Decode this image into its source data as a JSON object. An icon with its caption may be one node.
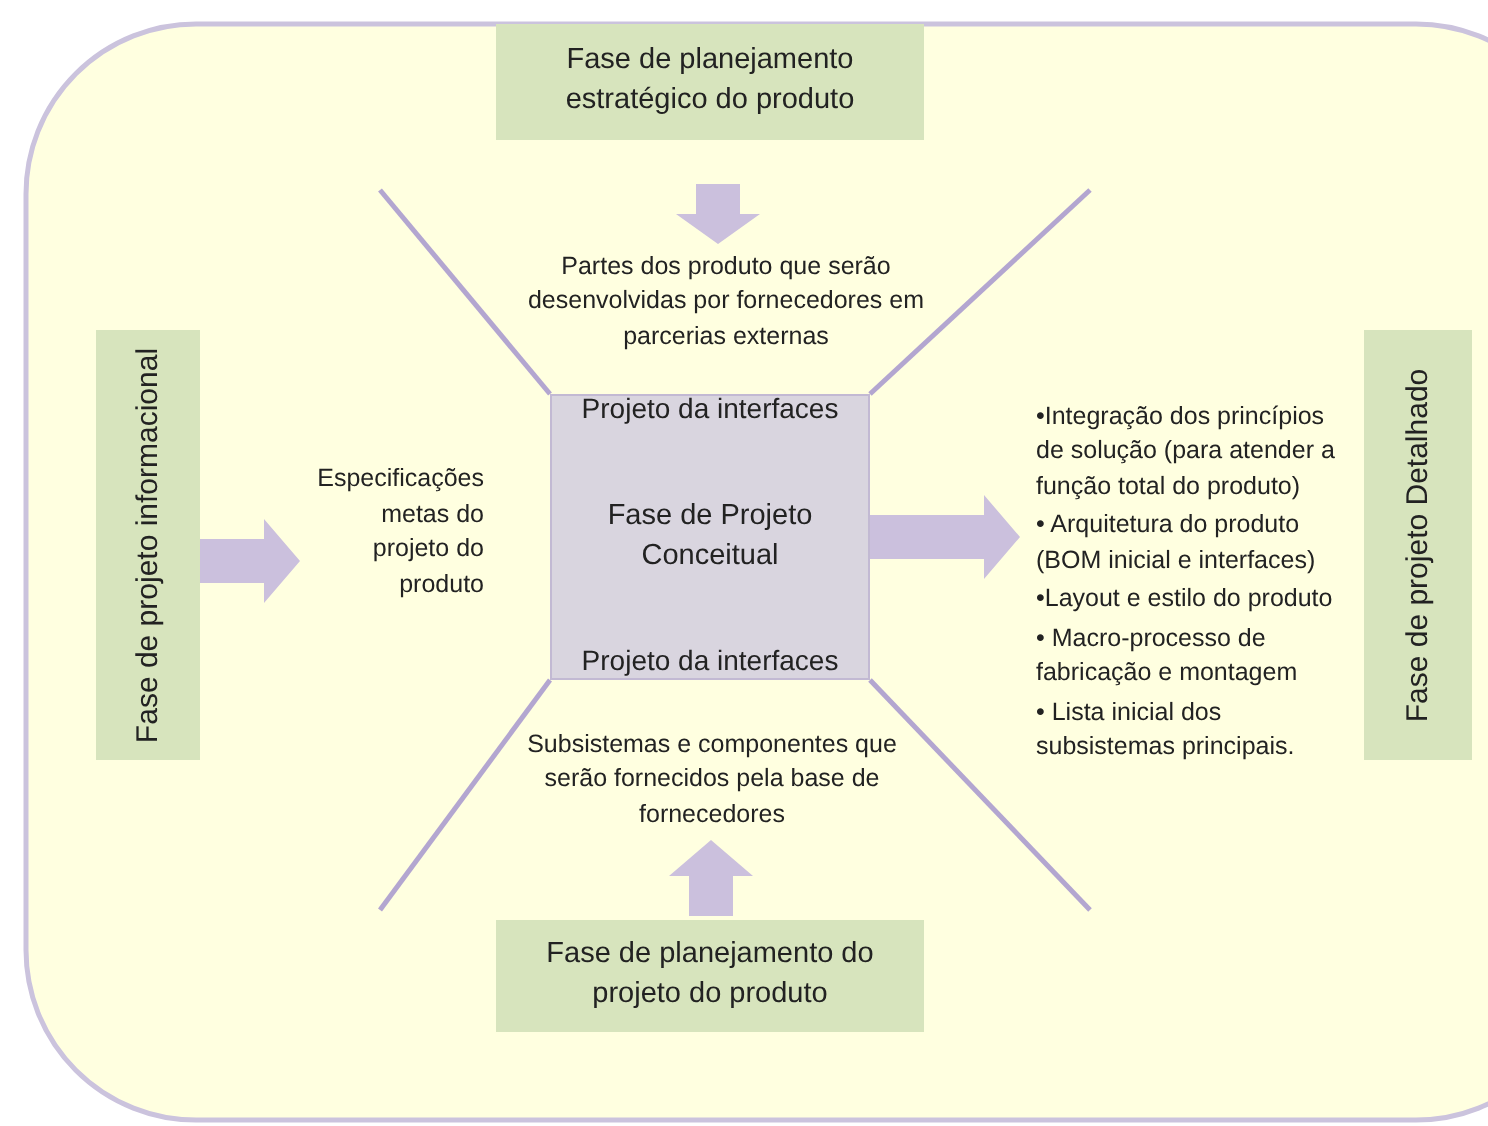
{
  "diagram": {
    "nodes": [
      {
        "text": [
          "Fase de planejamento estratégico do produto"
        ]
      },
      {
        "text": [
          "Fase de projeto informacional"
        ]
      },
      {
        "text": [
          "Projeto da interfaces",
          "Fase de Projeto Conceitual",
          "Projeto da interfaces"
        ]
      },
      {
        "text": [
          "Fase de projeto Detalhado"
        ]
      },
      {
        "text": [
          "Fase de planejamento do projeto do produto"
        ]
      },
      {
        "text": [
          "Partes dos produto que serão desenvolvidas por fornecedores em parcerias externas"
        ]
      },
      {
        "text": [
          "Especificações metas do projeto do produto"
        ]
      },
      {
        "text": [
          "Subsistemas e componentes que serão fornecidos pela base de fornecedores"
        ]
      },
      {
        "text": [
          "•Integração dos princípios de solução (para atender a função total do produto)",
          "• Arquitetura do produto (BOM inicial e interfaces)",
          "•Layout e estilo do produto",
          "• Macro-processo de fabricação e montagem",
          "• Lista inicial dos subsistemas principais."
        ]
      }
    ],
    "edges": [
      {
        "from": 0,
        "to": 5,
        "arrow": "to"
      },
      {
        "from": 1,
        "to": 6,
        "arrow": "to"
      },
      {
        "from": 2,
        "to": 8,
        "arrow": "to"
      },
      {
        "from": 4,
        "to": 7,
        "arrow": "to"
      }
    ]
  }
}
